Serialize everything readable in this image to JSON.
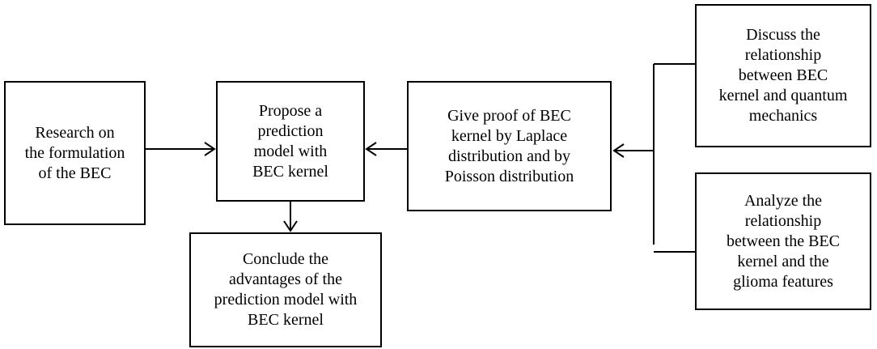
{
  "diagram": {
    "nodes": {
      "research": {
        "lines": [
          "Research on",
          "the formulation",
          "of the BEC"
        ]
      },
      "propose": {
        "lines": [
          "Propose a",
          "prediction",
          "model with",
          "BEC kernel"
        ]
      },
      "proof": {
        "lines": [
          "Give proof of BEC",
          "kernel by Laplace",
          "distribution and by",
          "Poisson distribution"
        ]
      },
      "conclude": {
        "lines": [
          "Conclude the",
          "advantages of the",
          "prediction model with",
          "BEC kernel"
        ]
      },
      "discuss": {
        "lines": [
          "Discuss the",
          "relationship",
          "between BEC",
          "kernel and quantum",
          "mechanics"
        ]
      },
      "analyze": {
        "lines": [
          "Analyze the",
          "relationship",
          "between the BEC",
          "kernel and the",
          "glioma features"
        ]
      }
    },
    "edges": [
      {
        "from": "research",
        "to": "propose"
      },
      {
        "from": "proof",
        "to": "propose"
      },
      {
        "from": "propose",
        "to": "conclude"
      },
      {
        "from": "discuss",
        "to": "proof"
      },
      {
        "from": "analyze",
        "to": "proof"
      }
    ],
    "colors": {
      "stroke": "#000000",
      "fill": "#ffffff",
      "text": "#000000"
    }
  }
}
